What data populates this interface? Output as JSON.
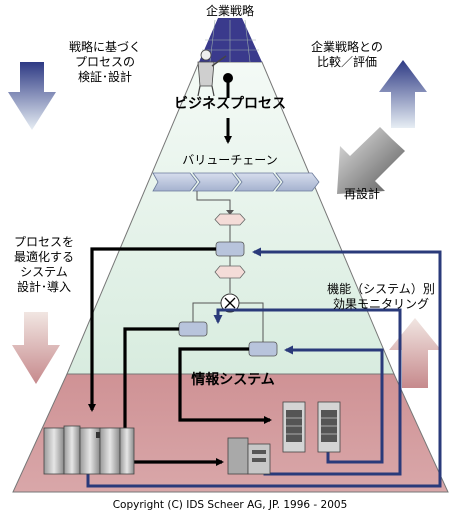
{
  "labels": {
    "top": "企業戦略",
    "left_top": [
      "戦略に基づく",
      "プロセスの",
      "検証･設計"
    ],
    "right_top": [
      "企業戦略との",
      "比較／評価"
    ],
    "business_process": "ビジネスプロセス",
    "value_chain": "バリューチェーン",
    "redesign": "再設計",
    "left_mid": [
      "プロセスを",
      "最適化する",
      "システム",
      "設計･導入"
    ],
    "right_mid": [
      "機能（システム）別",
      "効果モニタリング"
    ],
    "info_system": "情報システム"
  },
  "copyright": "Copyright (C) IDS Scheer AG, JP. 1996 - 2005",
  "colors": {
    "apex": "#3a3a8c",
    "green_zone": "#dceee4",
    "green_zone_top": "#f1f8f3",
    "red_zone": "#cf9a9c",
    "blue_flow": "#2a3a7a",
    "black_flow": "#000000",
    "node_fill": "#b8c4dc",
    "event_fill": "#f4dcd8"
  }
}
